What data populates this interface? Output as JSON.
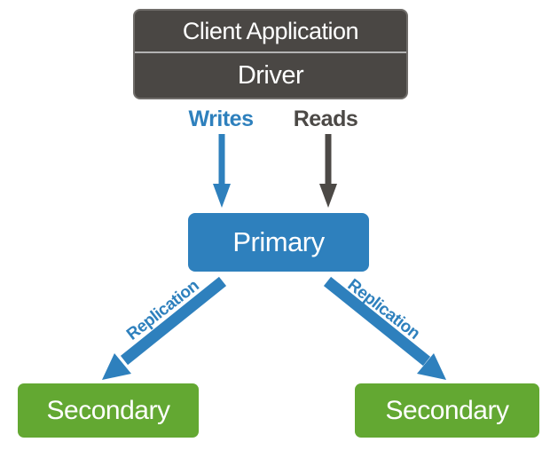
{
  "nodes": {
    "client": {
      "title": "Client Application",
      "subtitle": "Driver"
    },
    "primary": {
      "label": "Primary"
    },
    "secondary_left": {
      "label": "Secondary"
    },
    "secondary_right": {
      "label": "Secondary"
    }
  },
  "edges": {
    "writes": {
      "label": "Writes"
    },
    "reads": {
      "label": "Reads"
    },
    "replication_left": {
      "label": "Replication"
    },
    "replication_right": {
      "label": "Replication"
    }
  },
  "colors": {
    "blue": "#2E80BD",
    "green": "#63A832",
    "client_box": "#4A4744",
    "arrow_gray": "#4C4946",
    "divider": "#B3B3B3",
    "text_on_box": "#FFFFFF",
    "background": "#FFFFFF"
  }
}
